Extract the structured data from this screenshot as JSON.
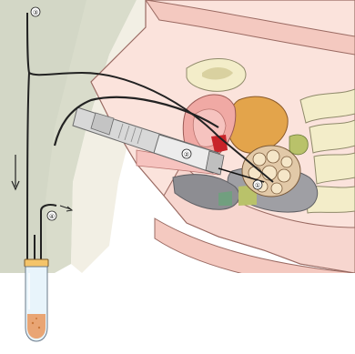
{
  "diagram": {
    "callouts": [
      {
        "id": "c1",
        "text": "①"
      },
      {
        "id": "c2",
        "text": "②"
      },
      {
        "id": "c3",
        "text": "③"
      },
      {
        "id": "c4",
        "text": "④"
      }
    ],
    "colors": {
      "background_left": "#d9dccb",
      "skin": "#f4c9c0",
      "bladder": "#e3a44b",
      "uterus": "#f0a9a4",
      "rectum": "#9f9fa4",
      "follicles": "#f5e6c8",
      "probe": "#c9c9c9",
      "tube_liquid": "#e9a574"
    }
  }
}
